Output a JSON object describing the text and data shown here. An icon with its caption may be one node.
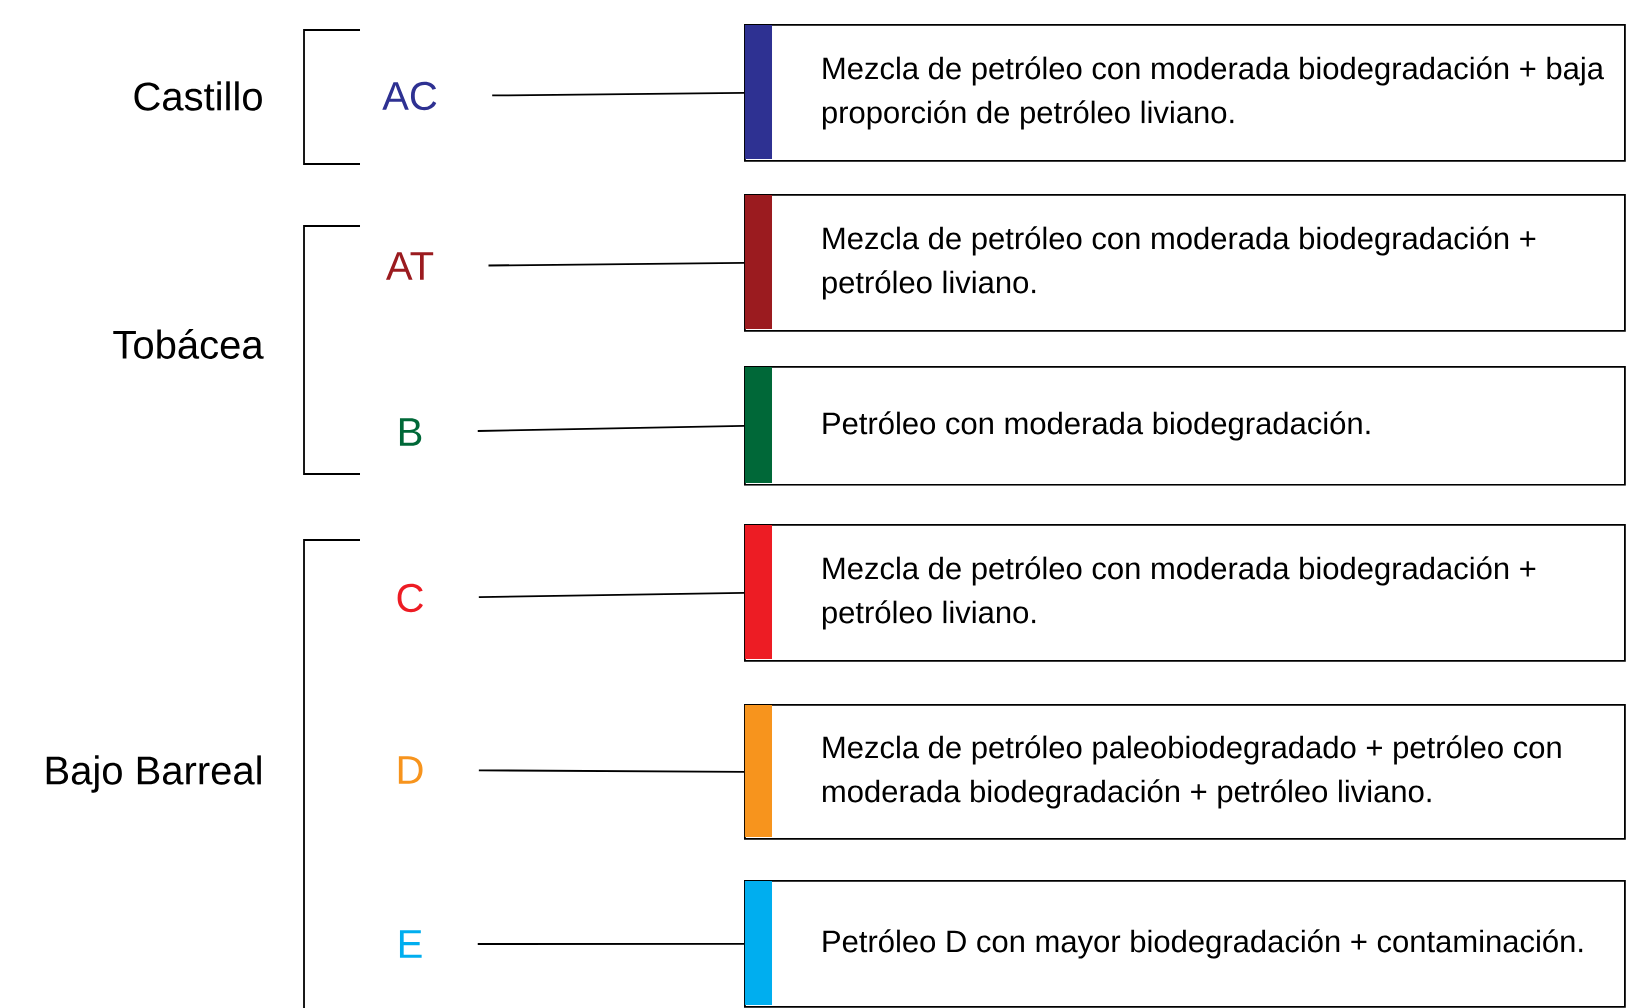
{
  "diagram": {
    "nodes": [
      {
        "text": [
          "AC"
        ]
      },
      {
        "text": [
          "Mezcla de petróleo con moderada biodegradación + baja proporción de petróleo liviano."
        ]
      },
      {
        "text": [
          "AT"
        ]
      },
      {
        "text": [
          "Mezcla de petróleo con moderada biodegradación + petróleo liviano."
        ]
      },
      {
        "text": [
          "B"
        ]
      },
      {
        "text": [
          "Petróleo con moderada biodegradación."
        ]
      },
      {
        "text": [
          "C"
        ]
      },
      {
        "text": [
          "Mezcla de petróleo con moderada biodegradación + petróleo liviano."
        ]
      },
      {
        "text": [
          "D"
        ]
      },
      {
        "text": [
          "Mezcla de petróleo paleobiodegradado + petróleo con moderada biodegradación + petróleo liviano."
        ]
      },
      {
        "text": [
          "E"
        ]
      },
      {
        "text": [
          "Petróleo D con mayor biodegradación + contaminación."
        ]
      }
    ],
    "edges": [
      {
        "from": 0,
        "to": 1,
        "arrow": "none"
      },
      {
        "from": 2,
        "to": 3,
        "arrow": "none"
      },
      {
        "from": 4,
        "to": 5,
        "arrow": "none"
      },
      {
        "from": 6,
        "to": 7,
        "arrow": "none"
      },
      {
        "from": 8,
        "to": 9,
        "arrow": "none"
      },
      {
        "from": 10,
        "to": 11,
        "arrow": "none"
      }
    ],
    "labels": [
      "Castillo",
      "Tobácea",
      "Bajo Barreal"
    ]
  }
}
